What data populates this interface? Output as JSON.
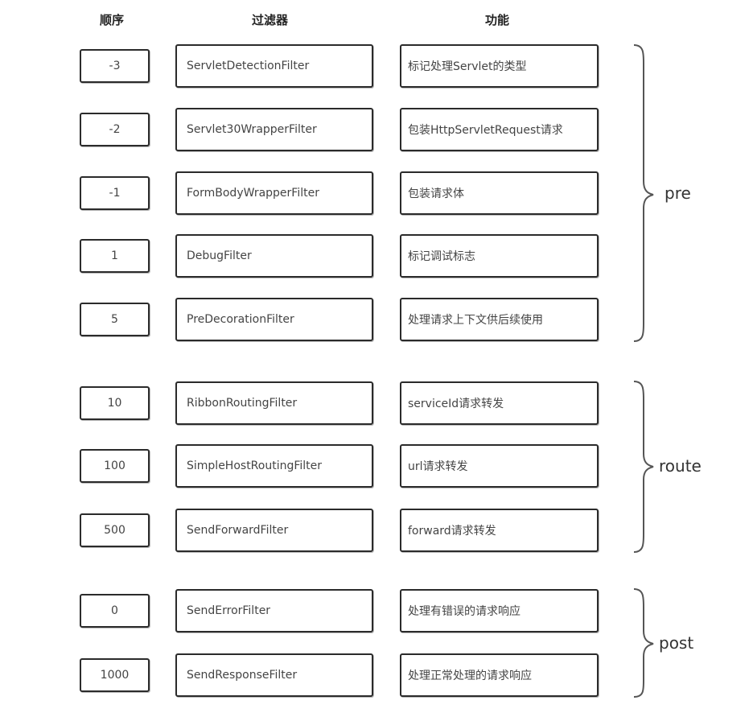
{
  "headers": {
    "order": "顺序",
    "filter": "过滤器",
    "function": "功能"
  },
  "rows": [
    {
      "order": "-3",
      "filter": "ServletDetectionFilter",
      "function": "标记处理Servlet的类型"
    },
    {
      "order": "-2",
      "filter": "Servlet30WrapperFilter",
      "function": "包装HttpServletRequest请求"
    },
    {
      "order": "-1",
      "filter": "FormBodyWrapperFilter",
      "function": "包装请求体"
    },
    {
      "order": "1",
      "filter": "DebugFilter",
      "function": "标记调试标志"
    },
    {
      "order": "5",
      "filter": "PreDecorationFilter",
      "function": "处理请求上下文供后续使用"
    },
    {
      "order": "10",
      "filter": "RibbonRoutingFilter",
      "function": "serviceId请求转发"
    },
    {
      "order": "100",
      "filter": "SimpleHostRoutingFilter",
      "function": "url请求转发"
    },
    {
      "order": "500",
      "filter": "SendForwardFilter",
      "function": "forward请求转发"
    },
    {
      "order": "0",
      "filter": "SendErrorFilter",
      "function": "处理有错误的请求响应"
    },
    {
      "order": "1000",
      "filter": "SendResponseFilter",
      "function": "处理正常处理的请求响应"
    }
  ],
  "groups": [
    {
      "label": "pre"
    },
    {
      "label": "route"
    },
    {
      "label": "post"
    }
  ]
}
